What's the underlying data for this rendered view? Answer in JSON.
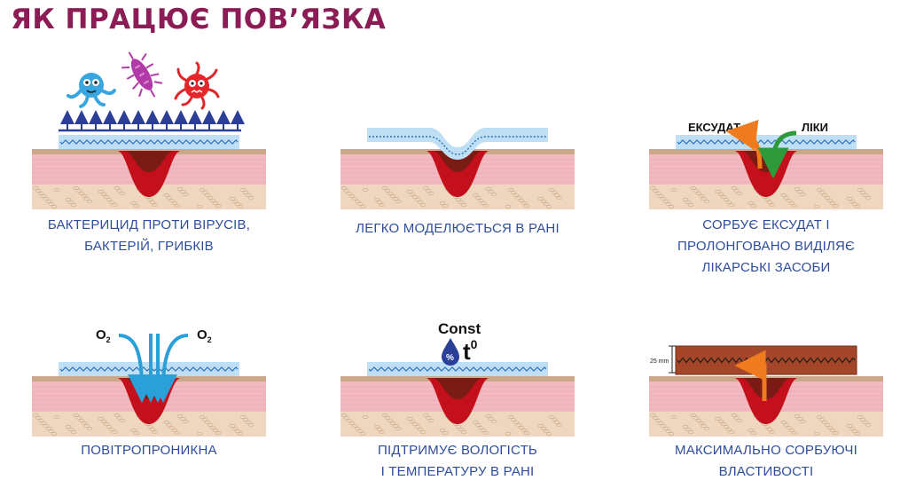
{
  "title": "ЯК ПРАЦЮЄ ПОВ’ЯЗКА",
  "panels": [
    {
      "id": "bactericide",
      "caption": [
        "БАКТЕРИЦИД ПРОТИ ВІРУСІВ,",
        "БАКТЕРІЙ, ГРИБКІВ"
      ]
    },
    {
      "id": "modeling",
      "caption": [
        "ЛЕГКО МОДЕЛЮЄТЬСЯ В РАНІ"
      ]
    },
    {
      "id": "exudate",
      "caption": [
        "СОРБУЄ ЕКСУДАТ І",
        "ПРОЛОНГОВАНО ВИДІЛЯЄ",
        "ЛІКАРСЬКІ ЗАСОБИ"
      ],
      "labels": {
        "left": "ЕКСУДАТ",
        "right": "ЛІКИ"
      }
    },
    {
      "id": "breathable",
      "caption": [
        "ПОВІТРОПРОНИКНА"
      ],
      "labels": {
        "left": "O",
        "left_sub": "2",
        "right": "O",
        "right_sub": "2"
      }
    },
    {
      "id": "moisture",
      "caption": [
        "ПІДТРИМУЄ ВОЛОГІСТЬ",
        "І ТЕМПЕРАТУРУ В РАНІ"
      ],
      "labels": {
        "top": "Const",
        "drop": "%",
        "temp": "t",
        "temp_sup": "0"
      }
    },
    {
      "id": "absorbent",
      "caption": [
        "МАКСИМАЛЬНО СОРБУЮЧІ",
        "ВЛАСТИВОСТІ"
      ],
      "labels": {
        "thickness": "25 mm"
      }
    }
  ],
  "colors": {
    "title": "#8b1c55",
    "caption": "#2f4d9e",
    "skin": "#f3b9c0",
    "fat": "#eed6bf",
    "wound": "#c3101c",
    "dressing": "#bfe0f4",
    "arrow_blue": "#2b3f9a",
    "arrow_orange": "#f07a1e",
    "arrow_green": "#2f9a3a",
    "absorbent_pad": "#a5452a"
  }
}
